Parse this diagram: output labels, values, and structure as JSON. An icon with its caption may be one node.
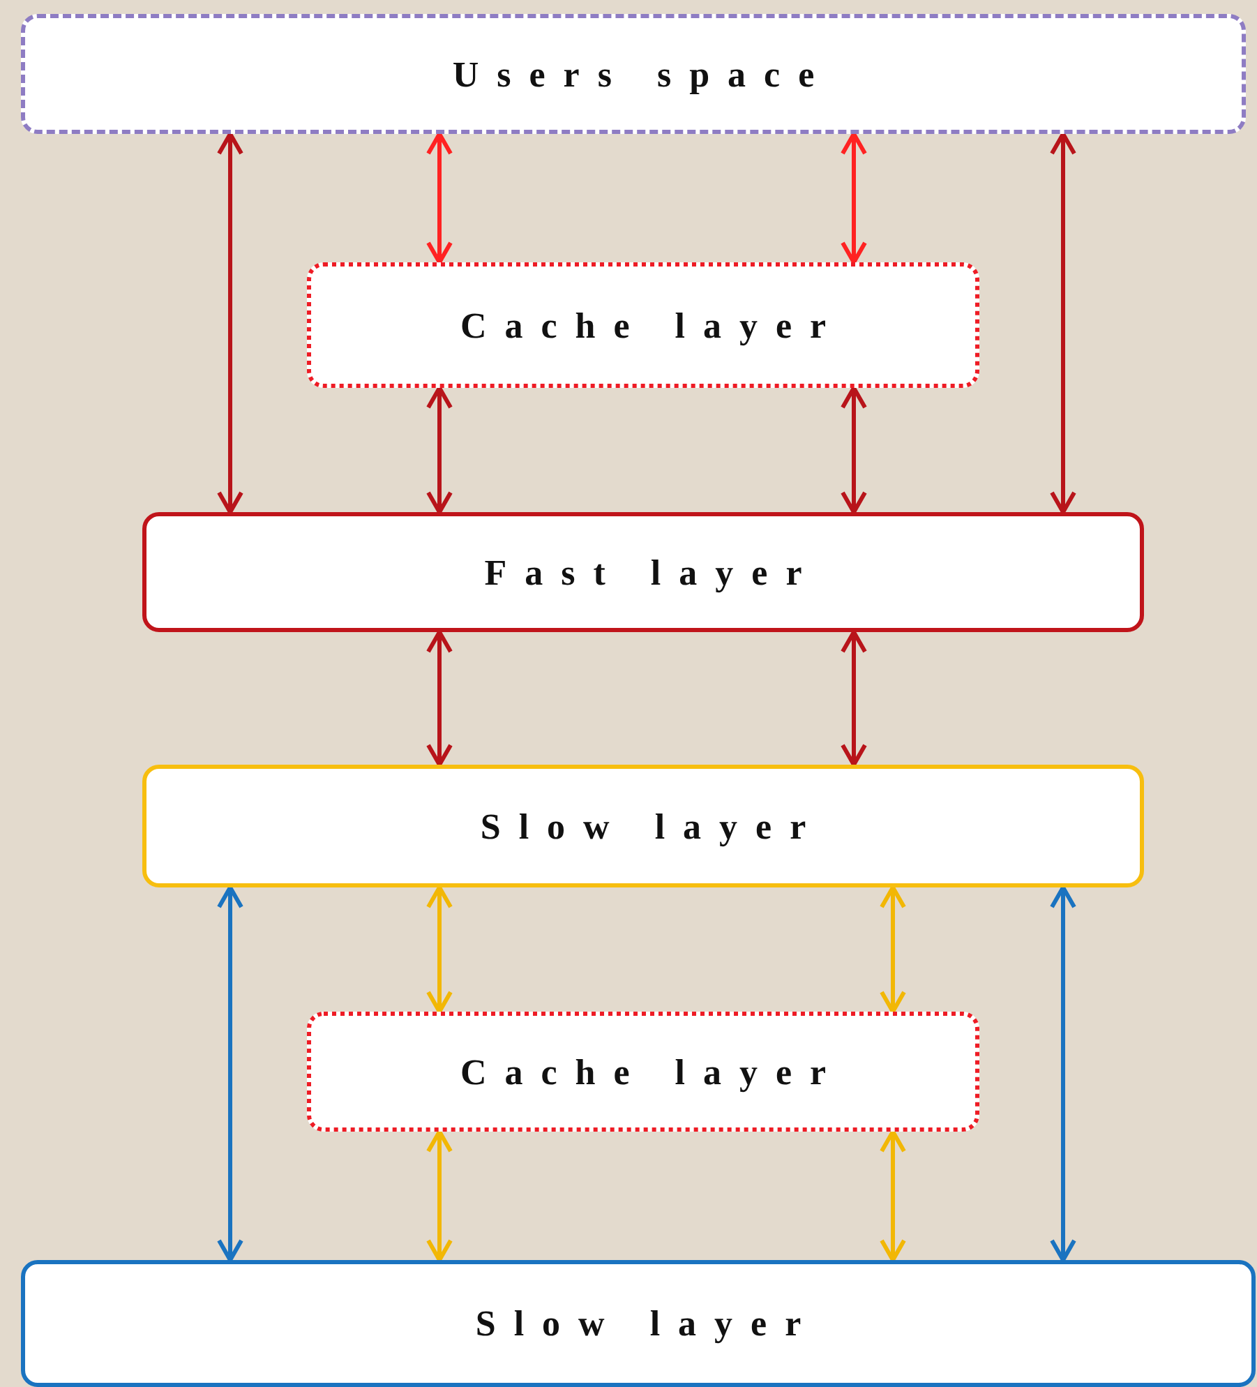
{
  "diagram": {
    "nodes": [
      {
        "text": [
          "Users space"
        ]
      },
      {
        "text": [
          "Cache layer"
        ]
      },
      {
        "text": [
          "Fast layer"
        ]
      },
      {
        "text": [
          "Slow layer"
        ]
      },
      {
        "text": [
          "Cache layer"
        ]
      },
      {
        "text": [
          "Slow layer"
        ]
      }
    ],
    "edges": [
      {
        "from": 0,
        "to": 2,
        "arrow": "both",
        "color": "#b8141a"
      },
      {
        "from": 0,
        "to": 1,
        "arrow": "both",
        "color": "#ff2222"
      },
      {
        "from": 0,
        "to": 1,
        "arrow": "both",
        "color": "#ff2222"
      },
      {
        "from": 0,
        "to": 2,
        "arrow": "both",
        "color": "#b8141a"
      },
      {
        "from": 1,
        "to": 2,
        "arrow": "both",
        "color": "#b8141a"
      },
      {
        "from": 1,
        "to": 2,
        "arrow": "both",
        "color": "#b8141a"
      },
      {
        "from": 2,
        "to": 3,
        "arrow": "both",
        "color": "#b8141a"
      },
      {
        "from": 2,
        "to": 3,
        "arrow": "both",
        "color": "#b8141a"
      },
      {
        "from": 3,
        "to": 5,
        "arrow": "both",
        "color": "#1a73c0"
      },
      {
        "from": 3,
        "to": 4,
        "arrow": "both",
        "color": "#f2b705"
      },
      {
        "from": 3,
        "to": 4,
        "arrow": "both",
        "color": "#f2b705"
      },
      {
        "from": 3,
        "to": 5,
        "arrow": "both",
        "color": "#1a73c0"
      },
      {
        "from": 4,
        "to": 5,
        "arrow": "both",
        "color": "#f2b705"
      },
      {
        "from": 4,
        "to": 5,
        "arrow": "both",
        "color": "#f2b705"
      }
    ]
  }
}
